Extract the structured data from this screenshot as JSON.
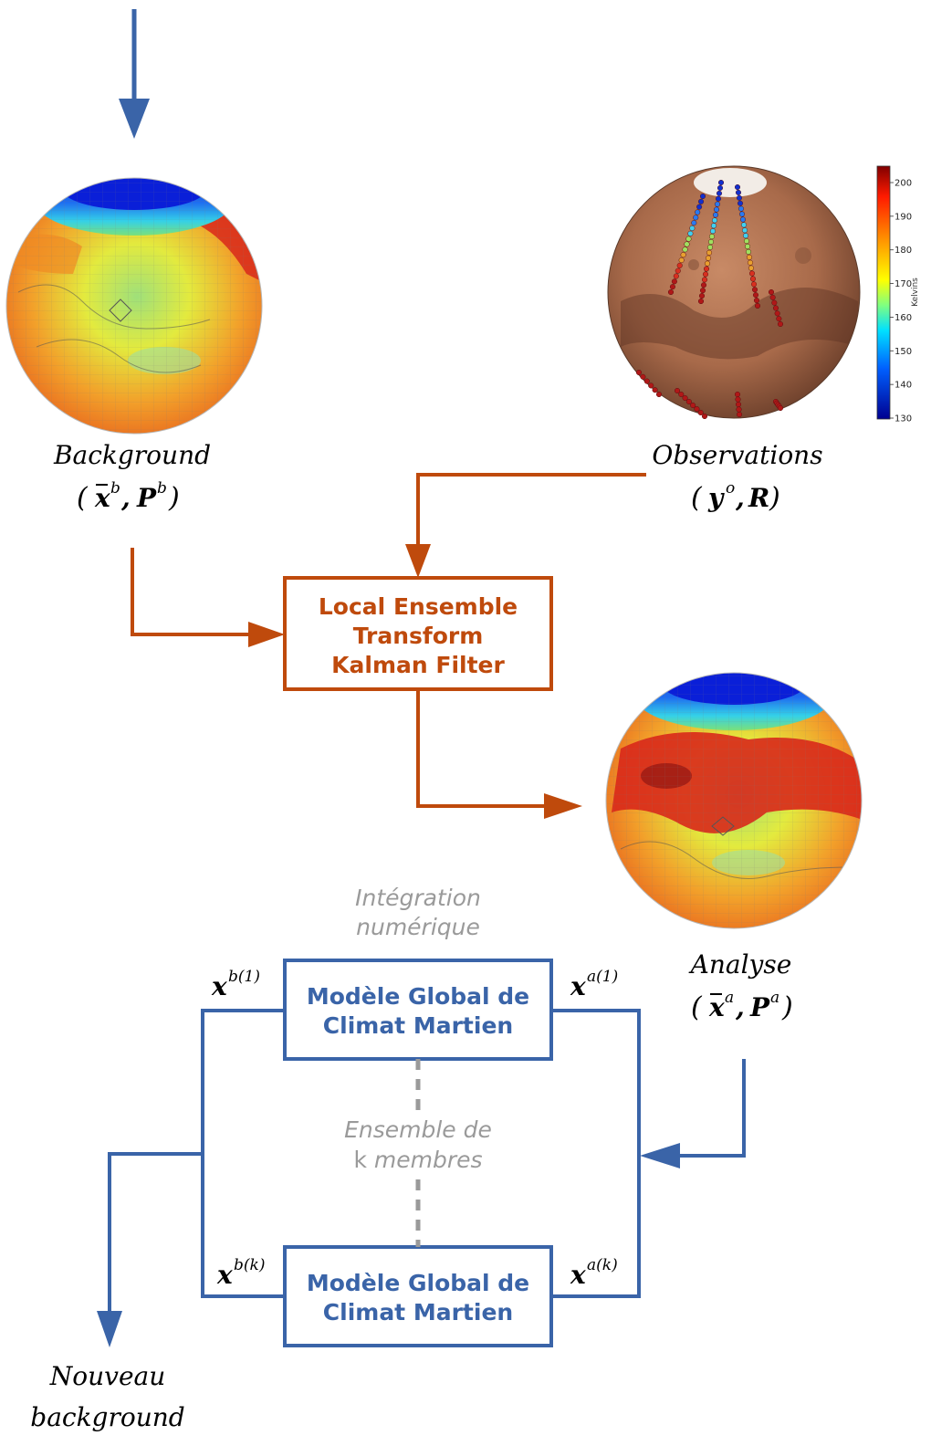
{
  "colors": {
    "blue": "#3a64a8",
    "orange": "#bf4a0c",
    "gray": "#9a9a9a",
    "globe_warm": "#e8661e",
    "globe_hot": "#d8281b",
    "globe_yellow": "#dbe83c",
    "globe_cold": "#0a1fd8",
    "mars": "#a86a4a"
  },
  "background": {
    "name": "Background",
    "vector": "x",
    "vector_sup": "b",
    "matrix": "P",
    "matrix_sup": "b"
  },
  "observations": {
    "name": "Observations",
    "vector": "y",
    "vector_sup": "o",
    "matrix": "R"
  },
  "letkf": {
    "lines": [
      "Local Ensemble",
      "Transform",
      "Kalman Filter"
    ]
  },
  "analyse": {
    "name": "Analyse",
    "vector": "x",
    "vector_sup": "a",
    "matrix": "P",
    "matrix_sup": "a"
  },
  "integration": {
    "lines": [
      "Intégration",
      "numérique"
    ]
  },
  "model_top": {
    "lines": [
      "Modèle Global de",
      "Climat Martien"
    ],
    "in_var": "x",
    "in_sup": "a(1)",
    "out_var": "x",
    "out_sup": "b(1)"
  },
  "model_bottom": {
    "lines": [
      "Modèle Global de",
      "Climat Martien"
    ],
    "in_var": "x",
    "in_sup": "a(k)",
    "out_var": "x",
    "out_sup": "b(k)"
  },
  "ensemble": {
    "line1": "Ensemble de",
    "k": "k",
    "membres": " membres"
  },
  "nouveau": {
    "lines": [
      "Nouveau",
      "background"
    ]
  },
  "colorbar": {
    "label": "Kelvins",
    "ticks": [
      "200",
      "190",
      "180",
      "170",
      "160",
      "150",
      "140",
      "130"
    ]
  }
}
